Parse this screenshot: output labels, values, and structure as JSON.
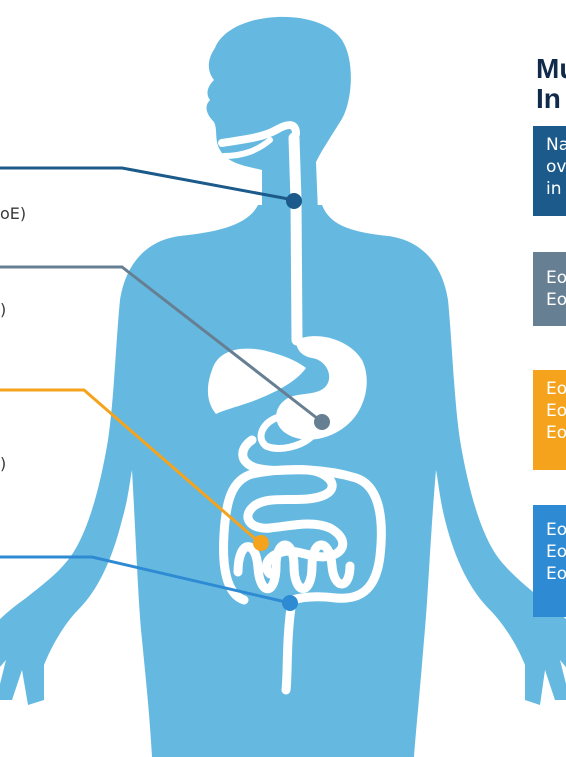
{
  "colors": {
    "body": "#65b9e0",
    "dark_blue": "#1b5a8a",
    "gray": "#677f92",
    "orange": "#f5a31c",
    "light_blue": "#2e8bd3",
    "title": "#0f2a4a"
  },
  "left_labels": [
    {
      "id": "esophagus",
      "text": "oE)"
    },
    {
      "id": "stomach",
      "text": ")"
    },
    {
      "id": "small-intestine",
      "text": ")"
    }
  ],
  "panel": {
    "title_lines": [
      "Mu",
      "In"
    ],
    "boxes": [
      {
        "id": "esophagus-box",
        "color": "#1b5a8a",
        "lines": [
          "Na",
          "ov",
          "in"
        ]
      },
      {
        "id": "stomach-box",
        "color": "#677f92",
        "lines": [
          "Eo",
          "Eo"
        ]
      },
      {
        "id": "small-intestine-box",
        "color": "#f5a31c",
        "lines": [
          "Eo",
          "Eo",
          "Eo"
        ]
      },
      {
        "id": "colon-box",
        "color": "#2e8bd3",
        "lines": [
          "Eo",
          "Eo",
          "Eo"
        ]
      }
    ]
  }
}
